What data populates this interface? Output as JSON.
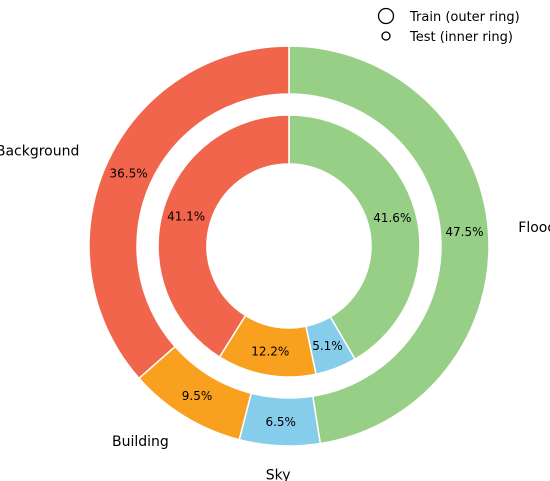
{
  "chart_data": {
    "type": "pie",
    "variant": "nested-donut",
    "categories": [
      "Flood",
      "Sky",
      "Building",
      "Background"
    ],
    "colors": {
      "Flood": "#98cf86",
      "Sky": "#86cdec",
      "Building": "#f9a11f",
      "Background": "#f0654b"
    },
    "series": [
      {
        "name": "Train (outer ring)",
        "ring": "outer",
        "values": [
          47.5,
          6.5,
          9.5,
          36.5
        ],
        "labels": [
          "47.5%",
          "6.5%",
          "9.5%",
          "36.5%"
        ]
      },
      {
        "name": "Test (inner ring)",
        "ring": "inner",
        "values": [
          41.6,
          5.1,
          12.2,
          41.1
        ],
        "labels": [
          "41.6%",
          "5.1%",
          "12.2%",
          "41.1%"
        ]
      }
    ],
    "start_angle": "12 o'clock",
    "direction": "clockwise",
    "legend": {
      "position": "top-right",
      "entries": [
        "Train (outer ring)",
        "Test (inner ring)"
      ]
    }
  }
}
